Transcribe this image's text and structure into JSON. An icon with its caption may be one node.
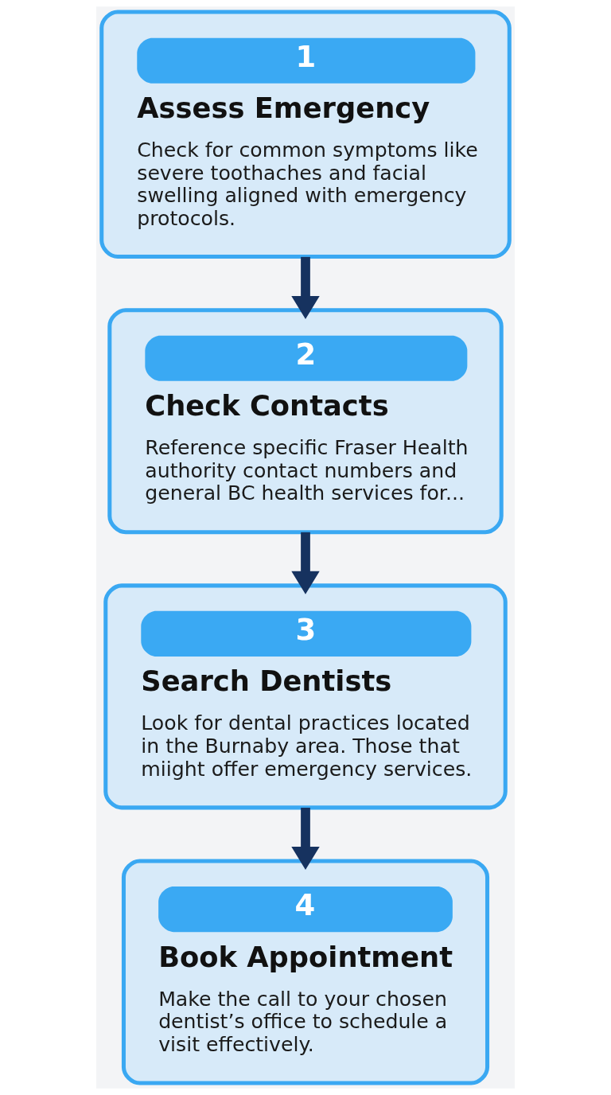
{
  "diagram": {
    "nodes": [
      {
        "text": [
          "1",
          "Assess Emergency",
          "Check for common symptoms like severe toothaches and facial swelling aligned with emergency protocols."
        ]
      },
      {
        "text": [
          "2",
          "Check Contacts",
          "Reference specific Fraser Health authority contact numbers and general BC health services for..."
        ]
      },
      {
        "text": [
          "3",
          "Search Dentists",
          "Look for dental practices located in the Burnaby area. Those that miight offer emergency services."
        ]
      },
      {
        "text": [
          "4",
          "Book Appointment",
          "Make the call to your chosen dentist’s office to schedule a visit effectively."
        ]
      }
    ],
    "edges": [
      {
        "from": 0,
        "to": 1,
        "arrow": "to"
      },
      {
        "from": 1,
        "to": 2,
        "arrow": "to"
      },
      {
        "from": 2,
        "to": 3,
        "arrow": "to"
      }
    ]
  }
}
